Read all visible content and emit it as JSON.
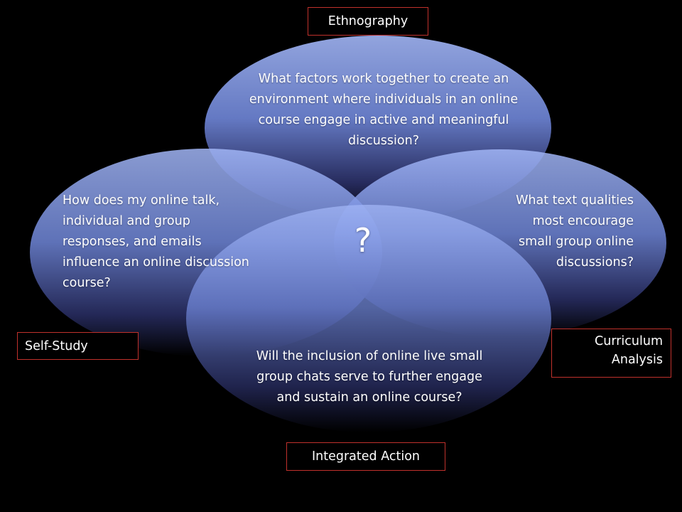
{
  "circles": {
    "top": {
      "question": "What factors work together to create an environment where individuals in an online course engage in active and meaningful discussion?"
    },
    "left": {
      "question": "How does my online talk, individual and group responses, and emails influence an online discussion course?"
    },
    "right": {
      "question": "What text qualities most encourage small group online discussions?"
    },
    "bottom": {
      "question": "Will the inclusion of online live small group chats serve to further engage and sustain an online course?"
    },
    "center_symbol": "?"
  },
  "labels": {
    "top": "Ethnography",
    "left": "Self-Study",
    "right": "Curriculum Analysis",
    "bottom": "Integrated Action"
  },
  "colors": {
    "background": "#000000",
    "ellipse_top": "#a2b6f6",
    "ellipse_bottom": "#000000",
    "label_border": "#c0312c",
    "text": "#ffffff"
  }
}
